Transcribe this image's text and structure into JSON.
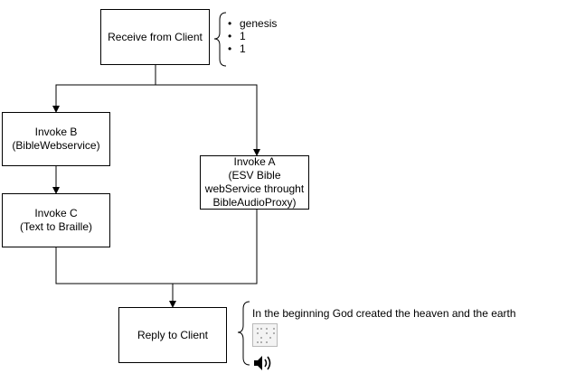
{
  "nodes": {
    "receive": {
      "lines": [
        "Receive from Client"
      ]
    },
    "invoke_b": {
      "lines": [
        "Invoke B",
        "(BibleWebservice)"
      ]
    },
    "invoke_c": {
      "lines": [
        "Invoke C",
        "(Text to Braille)"
      ]
    },
    "invoke_a": {
      "lines": [
        "Invoke A",
        "(ESV Bible",
        "webService throught",
        "BibleAudioProxy)"
      ]
    },
    "reply": {
      "lines": [
        "Reply to Client"
      ]
    }
  },
  "parameters": {
    "bullet": "•",
    "items": [
      "genesis",
      "1",
      "1"
    ]
  },
  "output": {
    "text": "In the beginning God created the heaven and the earth",
    "braille_icon": "braille-image-icon",
    "audio_icon": "speaker-icon"
  }
}
